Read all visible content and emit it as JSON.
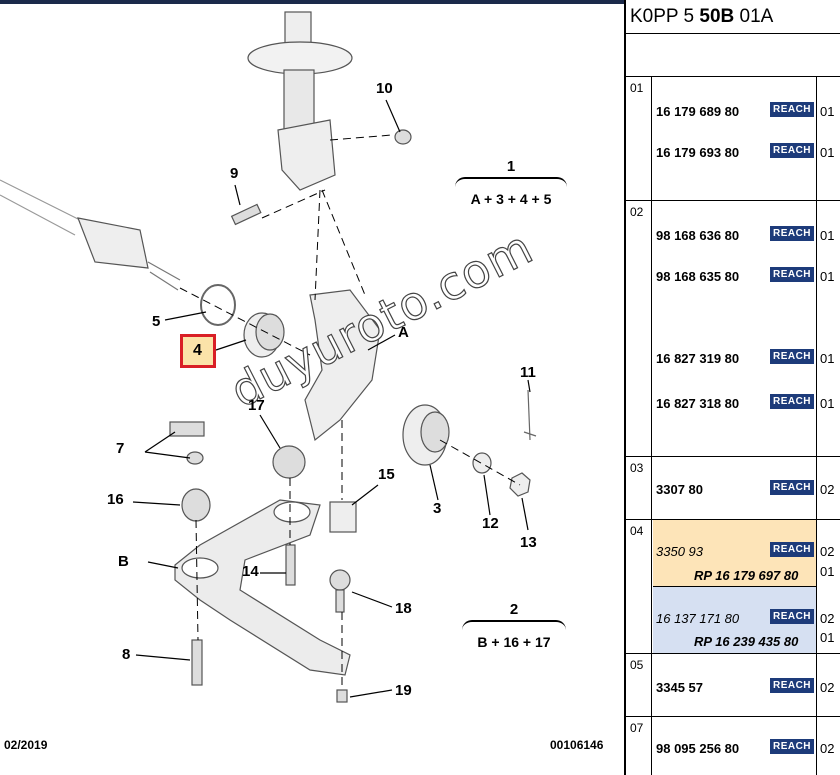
{
  "footer": {
    "date": "02/2019",
    "ref": "00106146"
  },
  "watermark": "duyuroto.com",
  "callouts": {
    "c1": "1",
    "c2": "2",
    "c3": "3",
    "c4": "4",
    "c5": "5",
    "c7": "7",
    "c8": "8",
    "c9": "9",
    "c10": "10",
    "c11": "11",
    "c12": "12",
    "c13": "13",
    "c14": "14",
    "c15": "15",
    "c16": "16",
    "c17": "17",
    "c18": "18",
    "c19": "19",
    "cA": "A",
    "cB": "B"
  },
  "groups": {
    "g1": {
      "num": "1",
      "formula": "A + 3 + 4 + 5"
    },
    "g2": {
      "num": "2",
      "formula": "B + 16 + 17"
    }
  },
  "panel": {
    "title_prefix": "K0PP 5 ",
    "title_bold": "50B",
    "title_suffix": " 01A",
    "badge": "REACH",
    "sections": [
      {
        "idx": "01",
        "parts": [
          {
            "ref": "16 179 689 80",
            "qty": "01"
          },
          {
            "ref": "16 179 693 80",
            "qty": "01"
          }
        ]
      },
      {
        "idx": "02",
        "parts": [
          {
            "ref": "98 168 636 80",
            "qty": "01"
          },
          {
            "ref": "98 168 635 80",
            "qty": "01"
          },
          {
            "ref": "16 827 319 80",
            "qty": "01"
          },
          {
            "ref": "16 827 318 80",
            "qty": "01"
          }
        ]
      },
      {
        "idx": "03",
        "parts": [
          {
            "ref": "3307 80",
            "qty": "02"
          }
        ]
      },
      {
        "idx": "04",
        "parts": [
          {
            "ref": "3350 93",
            "qty": "02",
            "rp": "RP 16 179 697 80",
            "rpqty": "01"
          },
          {
            "ref": "16 137 171 80",
            "qty": "02",
            "rp": "RP 16 239 435 80",
            "rpqty": "01"
          }
        ]
      },
      {
        "idx": "05",
        "parts": [
          {
            "ref": "3345 57",
            "qty": "02"
          }
        ]
      },
      {
        "idx": "07",
        "parts": [
          {
            "ref": "98 095 256 80",
            "qty": "02"
          }
        ]
      }
    ]
  },
  "colors": {
    "reach_badge": "#1d3b7a",
    "highlight_fill": "#fbe3a9",
    "highlight_border": "#d91f26",
    "row_04a": "#fde4b8",
    "row_04b": "#d6e0f2"
  }
}
